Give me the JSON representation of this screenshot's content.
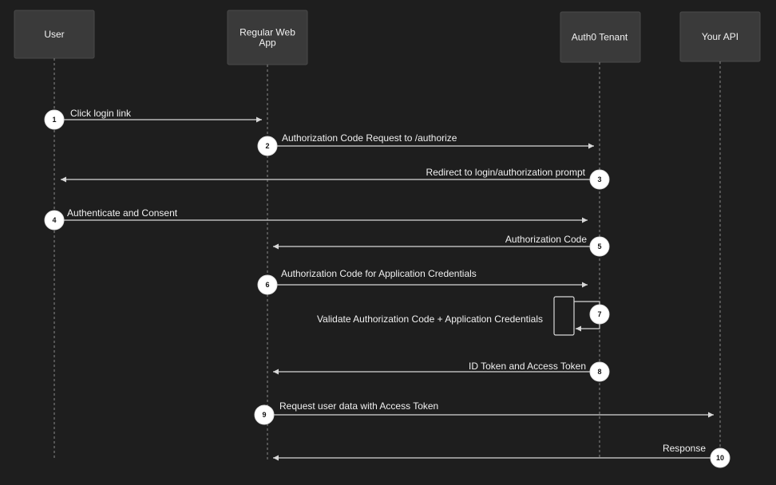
{
  "actors": [
    {
      "id": "user",
      "label_lines": [
        "User"
      ]
    },
    {
      "id": "webapp",
      "label_lines": [
        "Regular Web",
        "App"
      ]
    },
    {
      "id": "auth0",
      "label_lines": [
        "Auth0 Tenant"
      ]
    },
    {
      "id": "api",
      "label_lines": [
        "Your API"
      ]
    }
  ],
  "messages": [
    {
      "step": "1",
      "from": "user",
      "to": "webapp",
      "label": "Click login link"
    },
    {
      "step": "2",
      "from": "webapp",
      "to": "auth0",
      "label": "Authorization Code Request to /authorize"
    },
    {
      "step": "3",
      "from": "auth0",
      "to": "user",
      "label": "Redirect to login/authorization prompt"
    },
    {
      "step": "4",
      "from": "user",
      "to": "auth0",
      "label": "Authenticate and Consent"
    },
    {
      "step": "5",
      "from": "auth0",
      "to": "webapp",
      "label": "Authorization Code"
    },
    {
      "step": "6",
      "from": "webapp",
      "to": "auth0",
      "label": "Authorization Code for Application Credentials"
    },
    {
      "step": "7",
      "from": "auth0",
      "to": "auth0",
      "label": "Validate Authorization Code + Application Credentials"
    },
    {
      "step": "8",
      "from": "auth0",
      "to": "webapp",
      "label": "ID Token and Access Token"
    },
    {
      "step": "9",
      "from": "webapp",
      "to": "api",
      "label": "Request user data with Access Token"
    },
    {
      "step": "10",
      "from": "api",
      "to": "webapp",
      "label": "Response"
    }
  ],
  "colors": {
    "background": "#1e1e1e",
    "actor_box": "#3a3a3a",
    "line": "#d8d8d8",
    "text": "#f0f0f0",
    "step_circle": "#ffffff"
  }
}
